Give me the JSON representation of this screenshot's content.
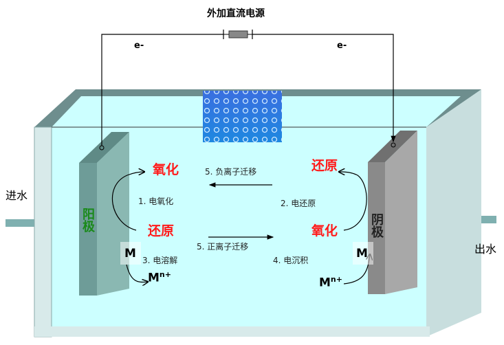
{
  "title": "外加直流电源",
  "electron_left": "e-",
  "electron_right": "e-",
  "inlet": "进水",
  "outlet": "出水",
  "anode": "阳极",
  "cathode": "阴极",
  "anode_oxidation": "氧化",
  "anode_reduction": "还原",
  "cathode_reduction": "还原",
  "cathode_oxidation": "氧化",
  "step1": "1. 电氧化",
  "step2": "2. 电还原",
  "step3": "3. 电溶解",
  "step4": "4. 电沉积",
  "step5_neg": "5. 负离子迁移",
  "step5_pos": "5. 正离子迁移",
  "metal": "M",
  "ion_base": "M",
  "ion_sup": "n+",
  "colors": {
    "water": "#ccffff",
    "label_red": "#ff1a1a",
    "anode_label": "#1a8a1a"
  }
}
